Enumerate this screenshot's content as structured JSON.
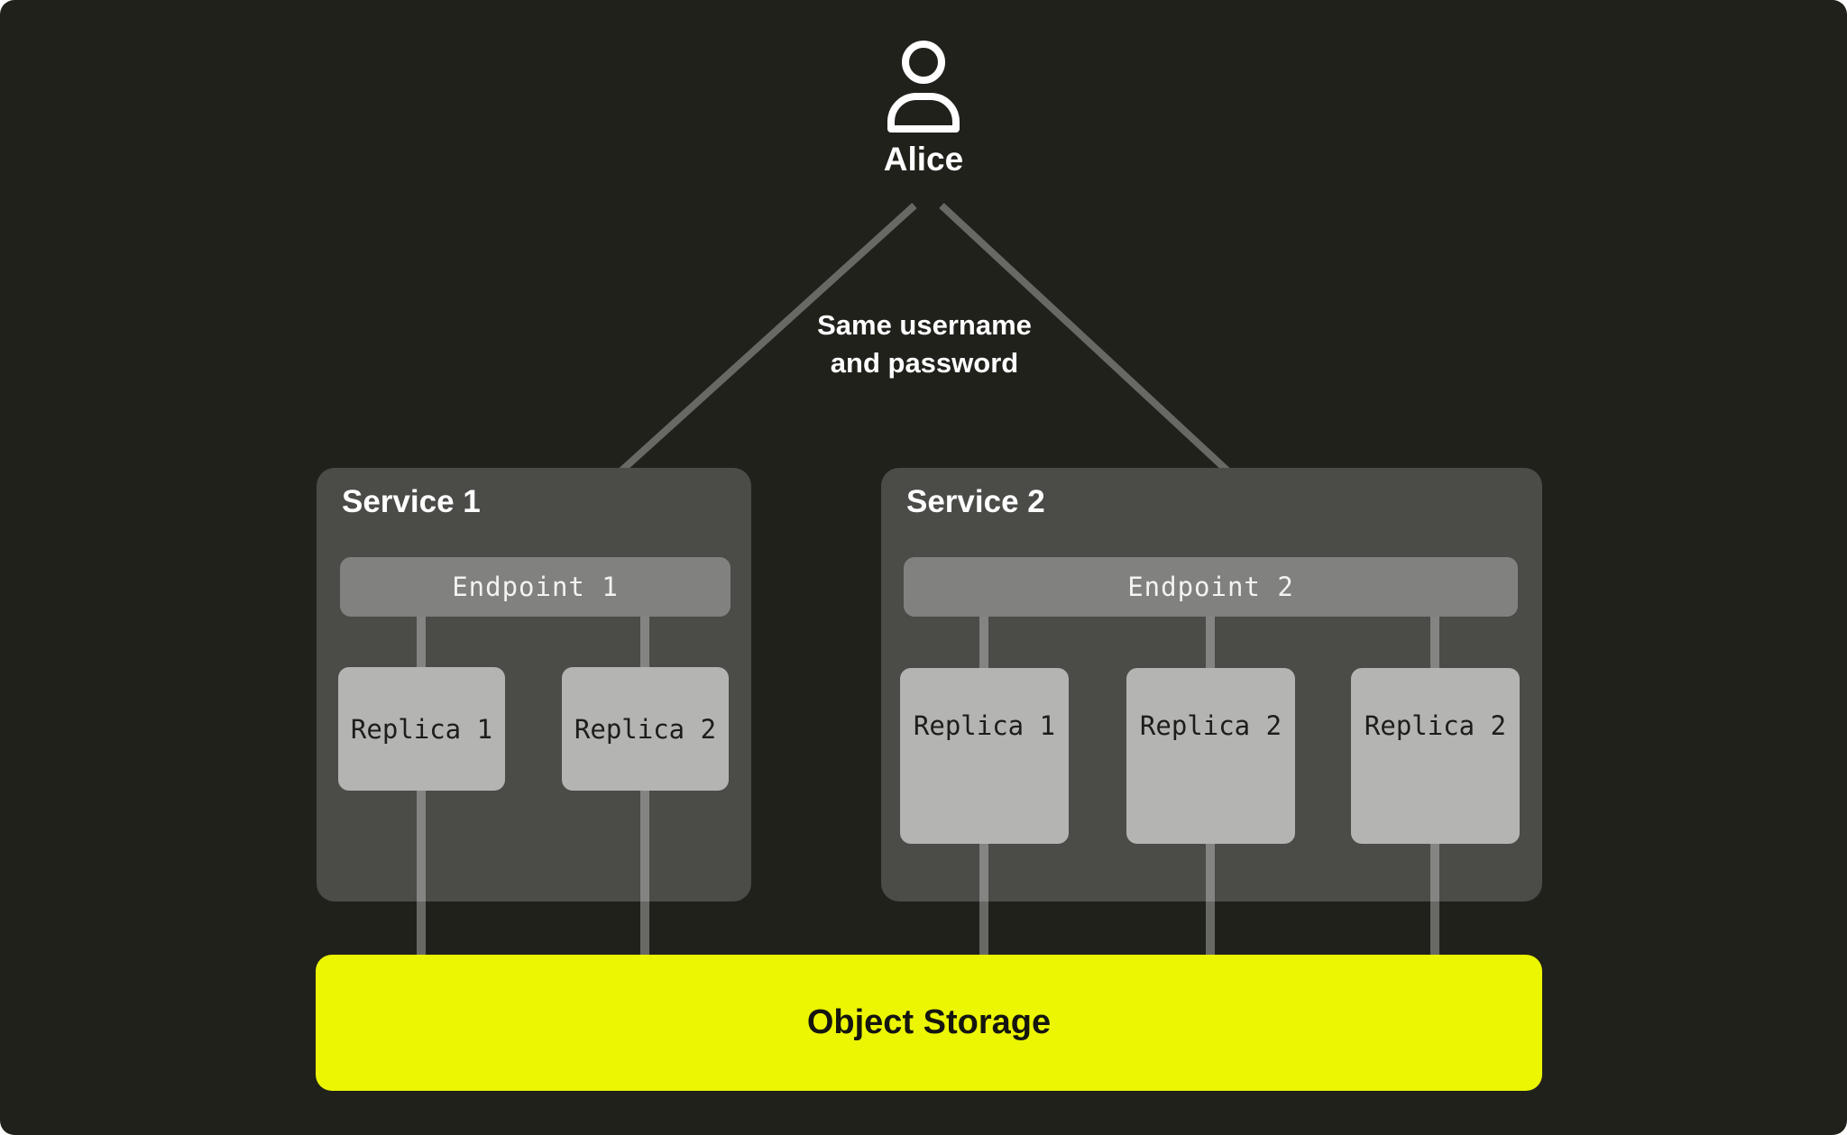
{
  "user": {
    "name": "Alice"
  },
  "annotation": {
    "line1": "Same username",
    "line2": "and password"
  },
  "services": [
    {
      "title": "Service 1",
      "endpoint": "Endpoint 1",
      "replicas": [
        "Replica 1",
        "Replica 2"
      ]
    },
    {
      "title": "Service 2",
      "endpoint": "Endpoint 2",
      "replicas": [
        "Replica 1",
        "Replica 2",
        "Replica 2"
      ]
    }
  ],
  "storage": {
    "label": "Object Storage"
  },
  "icons": {
    "user": "person-icon"
  },
  "colors": {
    "background": "#21211c",
    "service-box": "#4b4b48",
    "endpoint": "#81817f",
    "replica": "#b4b4b2",
    "storage": "#ecf603",
    "connector": "rgba(255,255,255,0.32)",
    "text-light": "#ffffff",
    "endpoint-text": "#f3f3f1",
    "replica-text": "#1d1d1b",
    "storage-text": "#15150f"
  }
}
